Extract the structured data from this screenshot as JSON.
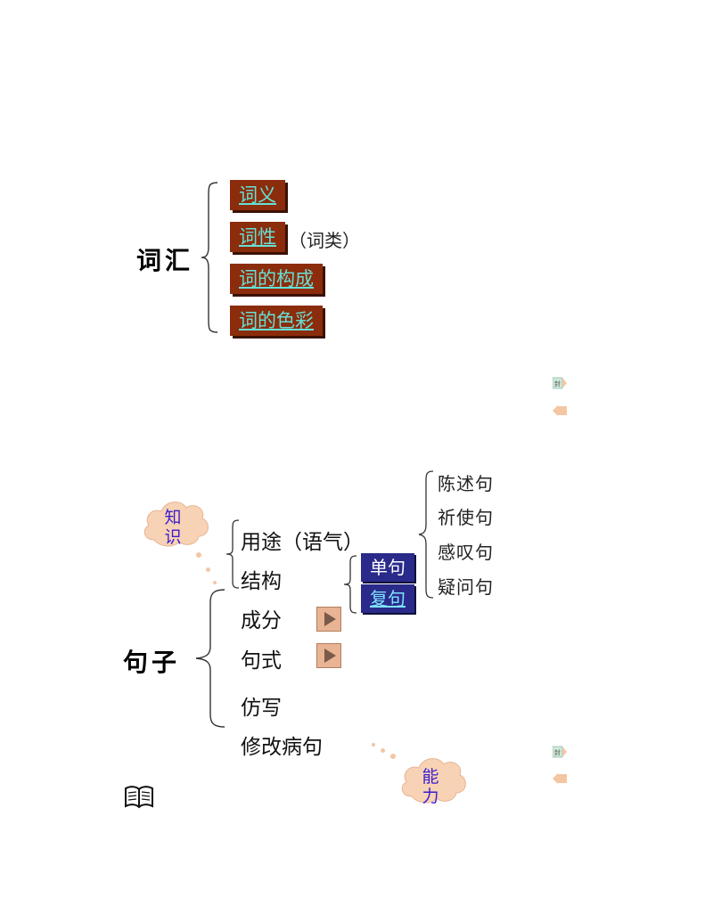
{
  "vocabulary": {
    "label": "词汇",
    "items": [
      "词义",
      "词性",
      "词的构成",
      "词的色彩"
    ],
    "note": "（词类）"
  },
  "sentence": {
    "label": "句子",
    "items": [
      "用途（语气）",
      "结构",
      "成分",
      "句式",
      "仿写",
      "修改病句"
    ],
    "structure_types": [
      "单句",
      "复句"
    ],
    "moods": [
      "陈述句",
      "祈使句",
      "感叹句",
      "疑问句"
    ]
  },
  "clouds": {
    "knowledge": [
      "知",
      "识"
    ],
    "ability": [
      "能",
      "力"
    ]
  },
  "nav": {
    "mini_label": "封"
  },
  "colors": {
    "vocab_box": "#8b2c0c",
    "vocab_text": "#66e0d6",
    "sentence_box": "#2a2a8a",
    "cloud": "#f4c6a3",
    "cloud_text": "#3a1fd0"
  }
}
